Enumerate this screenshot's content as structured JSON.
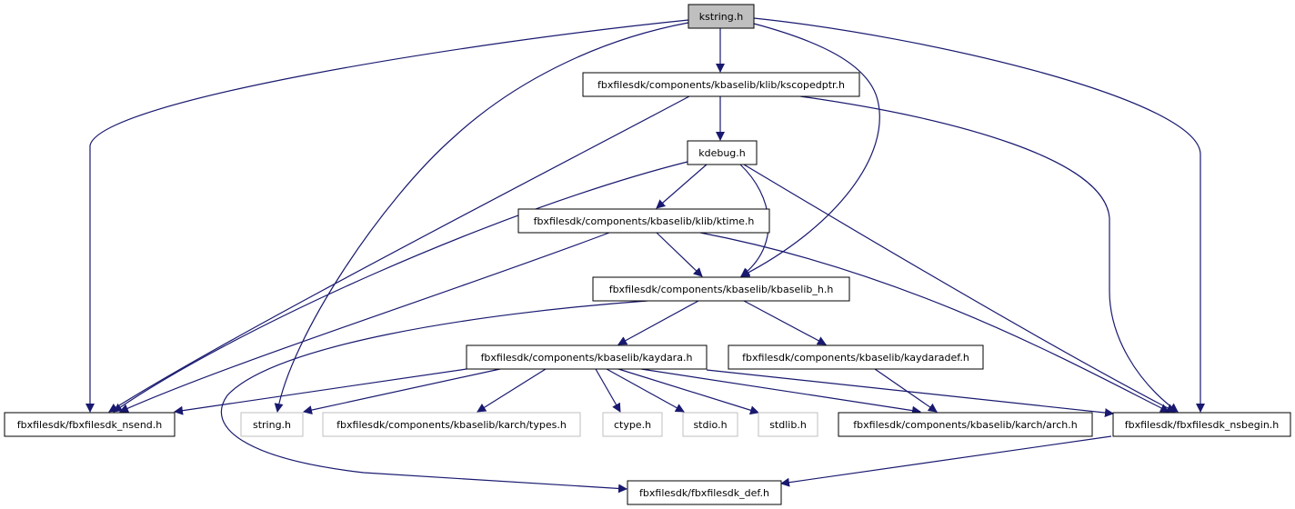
{
  "colors": {
    "edge": "#191970",
    "node_border": "#000000",
    "node_border_missing": "#bfbfbf",
    "root_fill": "#bfbfbf",
    "node_fill": "#ffffff",
    "text": "#000000"
  },
  "nodes": [
    {
      "id": "kstring",
      "label": "kstring.h",
      "kind": "root"
    },
    {
      "id": "kscopedptr",
      "label": "fbxfilesdk/components/kbaselib/klib/kscopedptr.h",
      "kind": "normal"
    },
    {
      "id": "kdebug",
      "label": "kdebug.h",
      "kind": "normal"
    },
    {
      "id": "ktime",
      "label": "fbxfilesdk/components/kbaselib/klib/ktime.h",
      "kind": "normal"
    },
    {
      "id": "kbaselib_h",
      "label": "fbxfilesdk/components/kbaselib/kbaselib_h.h",
      "kind": "normal"
    },
    {
      "id": "kaydara",
      "label": "fbxfilesdk/components/kbaselib/kaydara.h",
      "kind": "normal"
    },
    {
      "id": "kaydaradef",
      "label": "fbxfilesdk/components/kbaselib/kaydaradef.h",
      "kind": "normal"
    },
    {
      "id": "nsend",
      "label": "fbxfilesdk/fbxfilesdk_nsend.h",
      "kind": "normal"
    },
    {
      "id": "string",
      "label": "string.h",
      "kind": "missing"
    },
    {
      "id": "types",
      "label": "fbxfilesdk/components/kbaselib/karch/types.h",
      "kind": "missing"
    },
    {
      "id": "ctype",
      "label": "ctype.h",
      "kind": "missing"
    },
    {
      "id": "stdio",
      "label": "stdio.h",
      "kind": "missing"
    },
    {
      "id": "stdlib",
      "label": "stdlib.h",
      "kind": "missing"
    },
    {
      "id": "arch",
      "label": "fbxfilesdk/components/kbaselib/karch/arch.h",
      "kind": "normal"
    },
    {
      "id": "nsbegin",
      "label": "fbxfilesdk/fbxfilesdk_nsbegin.h",
      "kind": "normal"
    },
    {
      "id": "def",
      "label": "fbxfilesdk/fbxfilesdk_def.h",
      "kind": "normal"
    }
  ],
  "edges": [
    {
      "from": "kstring",
      "to": "kscopedptr"
    },
    {
      "from": "kstring",
      "to": "nsend"
    },
    {
      "from": "kstring",
      "to": "string"
    },
    {
      "from": "kstring",
      "to": "kbaselib_h"
    },
    {
      "from": "kstring",
      "to": "nsbegin"
    },
    {
      "from": "kscopedptr",
      "to": "kdebug"
    },
    {
      "from": "kscopedptr",
      "to": "nsend"
    },
    {
      "from": "kscopedptr",
      "to": "nsbegin"
    },
    {
      "from": "kdebug",
      "to": "ktime"
    },
    {
      "from": "kdebug",
      "to": "kbaselib_h"
    },
    {
      "from": "kdebug",
      "to": "nsend"
    },
    {
      "from": "kdebug",
      "to": "nsbegin"
    },
    {
      "from": "ktime",
      "to": "kbaselib_h"
    },
    {
      "from": "ktime",
      "to": "nsend"
    },
    {
      "from": "ktime",
      "to": "nsbegin"
    },
    {
      "from": "kbaselib_h",
      "to": "kaydara"
    },
    {
      "from": "kbaselib_h",
      "to": "kaydaradef"
    },
    {
      "from": "kbaselib_h",
      "to": "def"
    },
    {
      "from": "kaydara",
      "to": "nsend"
    },
    {
      "from": "kaydara",
      "to": "string"
    },
    {
      "from": "kaydara",
      "to": "types"
    },
    {
      "from": "kaydara",
      "to": "ctype"
    },
    {
      "from": "kaydara",
      "to": "stdio"
    },
    {
      "from": "kaydara",
      "to": "stdlib"
    },
    {
      "from": "kaydara",
      "to": "arch"
    },
    {
      "from": "kaydara",
      "to": "nsbegin"
    },
    {
      "from": "kaydaradef",
      "to": "arch"
    },
    {
      "from": "nsbegin",
      "to": "def"
    }
  ]
}
